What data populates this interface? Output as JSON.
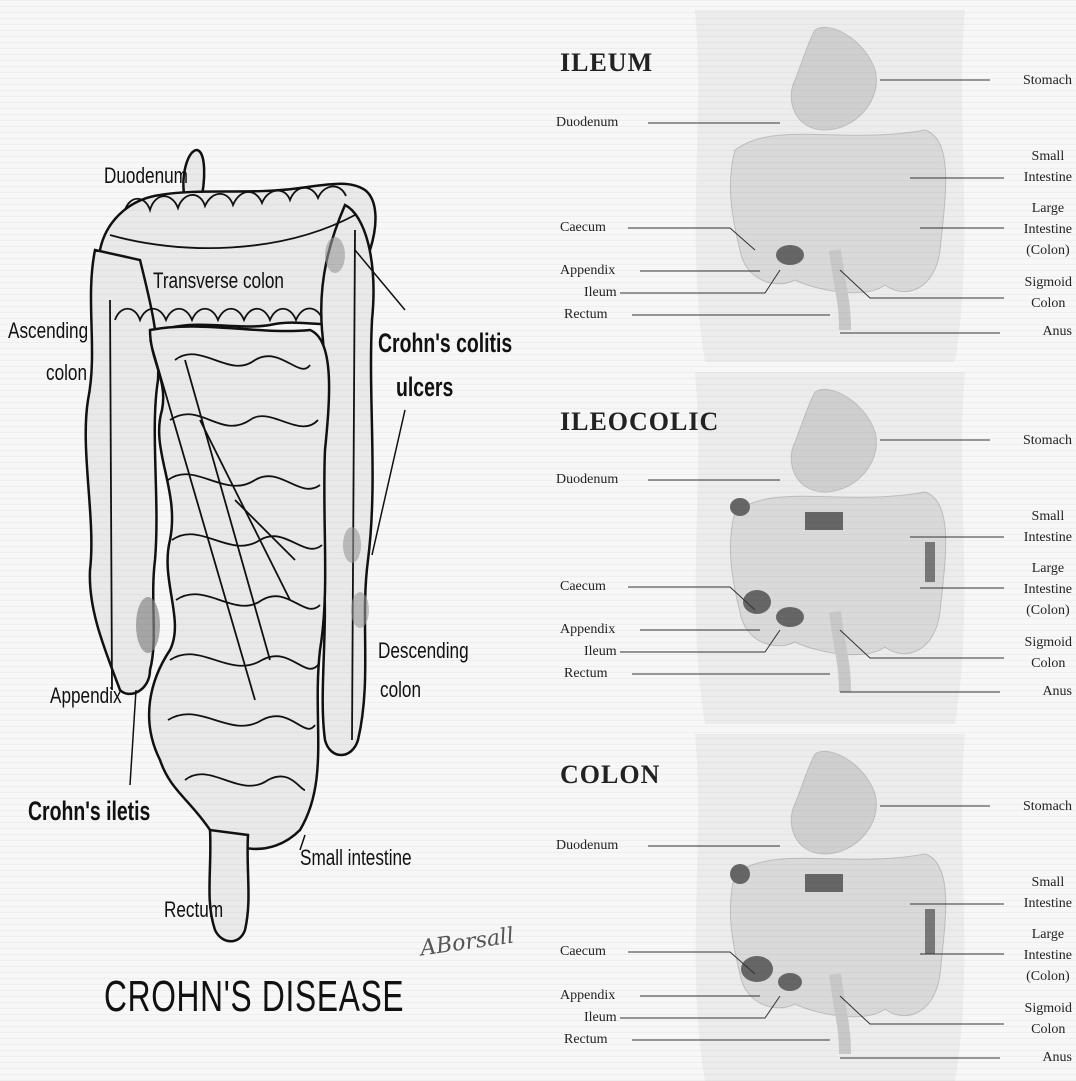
{
  "left": {
    "labels": {
      "duodenum": "Duodenum",
      "transverse_colon": "Transverse colon",
      "ascending_colon_1": "Ascending",
      "ascending_colon_2": "colon",
      "crohns_colitis_1": "Crohn's colitis",
      "crohns_colitis_2": "ulcers",
      "descending_colon_1": "Descending",
      "descending_colon_2": "colon",
      "appendix": "Appendix",
      "crohns_iletis": "Crohn's iletis",
      "small_intestine": "Small intestine",
      "rectum": "Rectum"
    },
    "title": "CROHN'S DISEASE",
    "signature": "ABorsall"
  },
  "panels": [
    {
      "title": "ILEUM",
      "left_labels": [
        "Duodenum",
        "Caecum",
        "Appendix",
        "Ileum",
        "Rectum"
      ],
      "right_labels": {
        "stomach": "Stomach",
        "small_1": "Small",
        "small_2": "Intestine",
        "large_1": "Large",
        "large_2": "Intestine",
        "large_3": "(Colon)",
        "sigmoid_1": "Sigmoid",
        "sigmoid_2": "Colon",
        "anus": "Anus"
      }
    },
    {
      "title": "ILEOCOLIC",
      "left_labels": [
        "Duodenum",
        "Caecum",
        "Appendix",
        "Ileum",
        "Rectum"
      ],
      "right_labels": {
        "stomach": "Stomach",
        "small_1": "Small",
        "small_2": "Intestine",
        "large_1": "Large",
        "large_2": "Intestine",
        "large_3": "(Colon)",
        "sigmoid_1": "Sigmoid",
        "sigmoid_2": "Colon",
        "anus": "Anus"
      }
    },
    {
      "title": "COLON",
      "left_labels": [
        "Duodenum",
        "Caecum",
        "Appendix",
        "Ileum",
        "Rectum"
      ],
      "right_labels": {
        "stomach": "Stomach",
        "small_1": "Small",
        "small_2": "Intestine",
        "large_1": "Large",
        "large_2": "Intestine",
        "large_3": "(Colon)",
        "sigmoid_1": "Sigmoid",
        "sigmoid_2": "Colon",
        "anus": "Anus"
      }
    }
  ]
}
